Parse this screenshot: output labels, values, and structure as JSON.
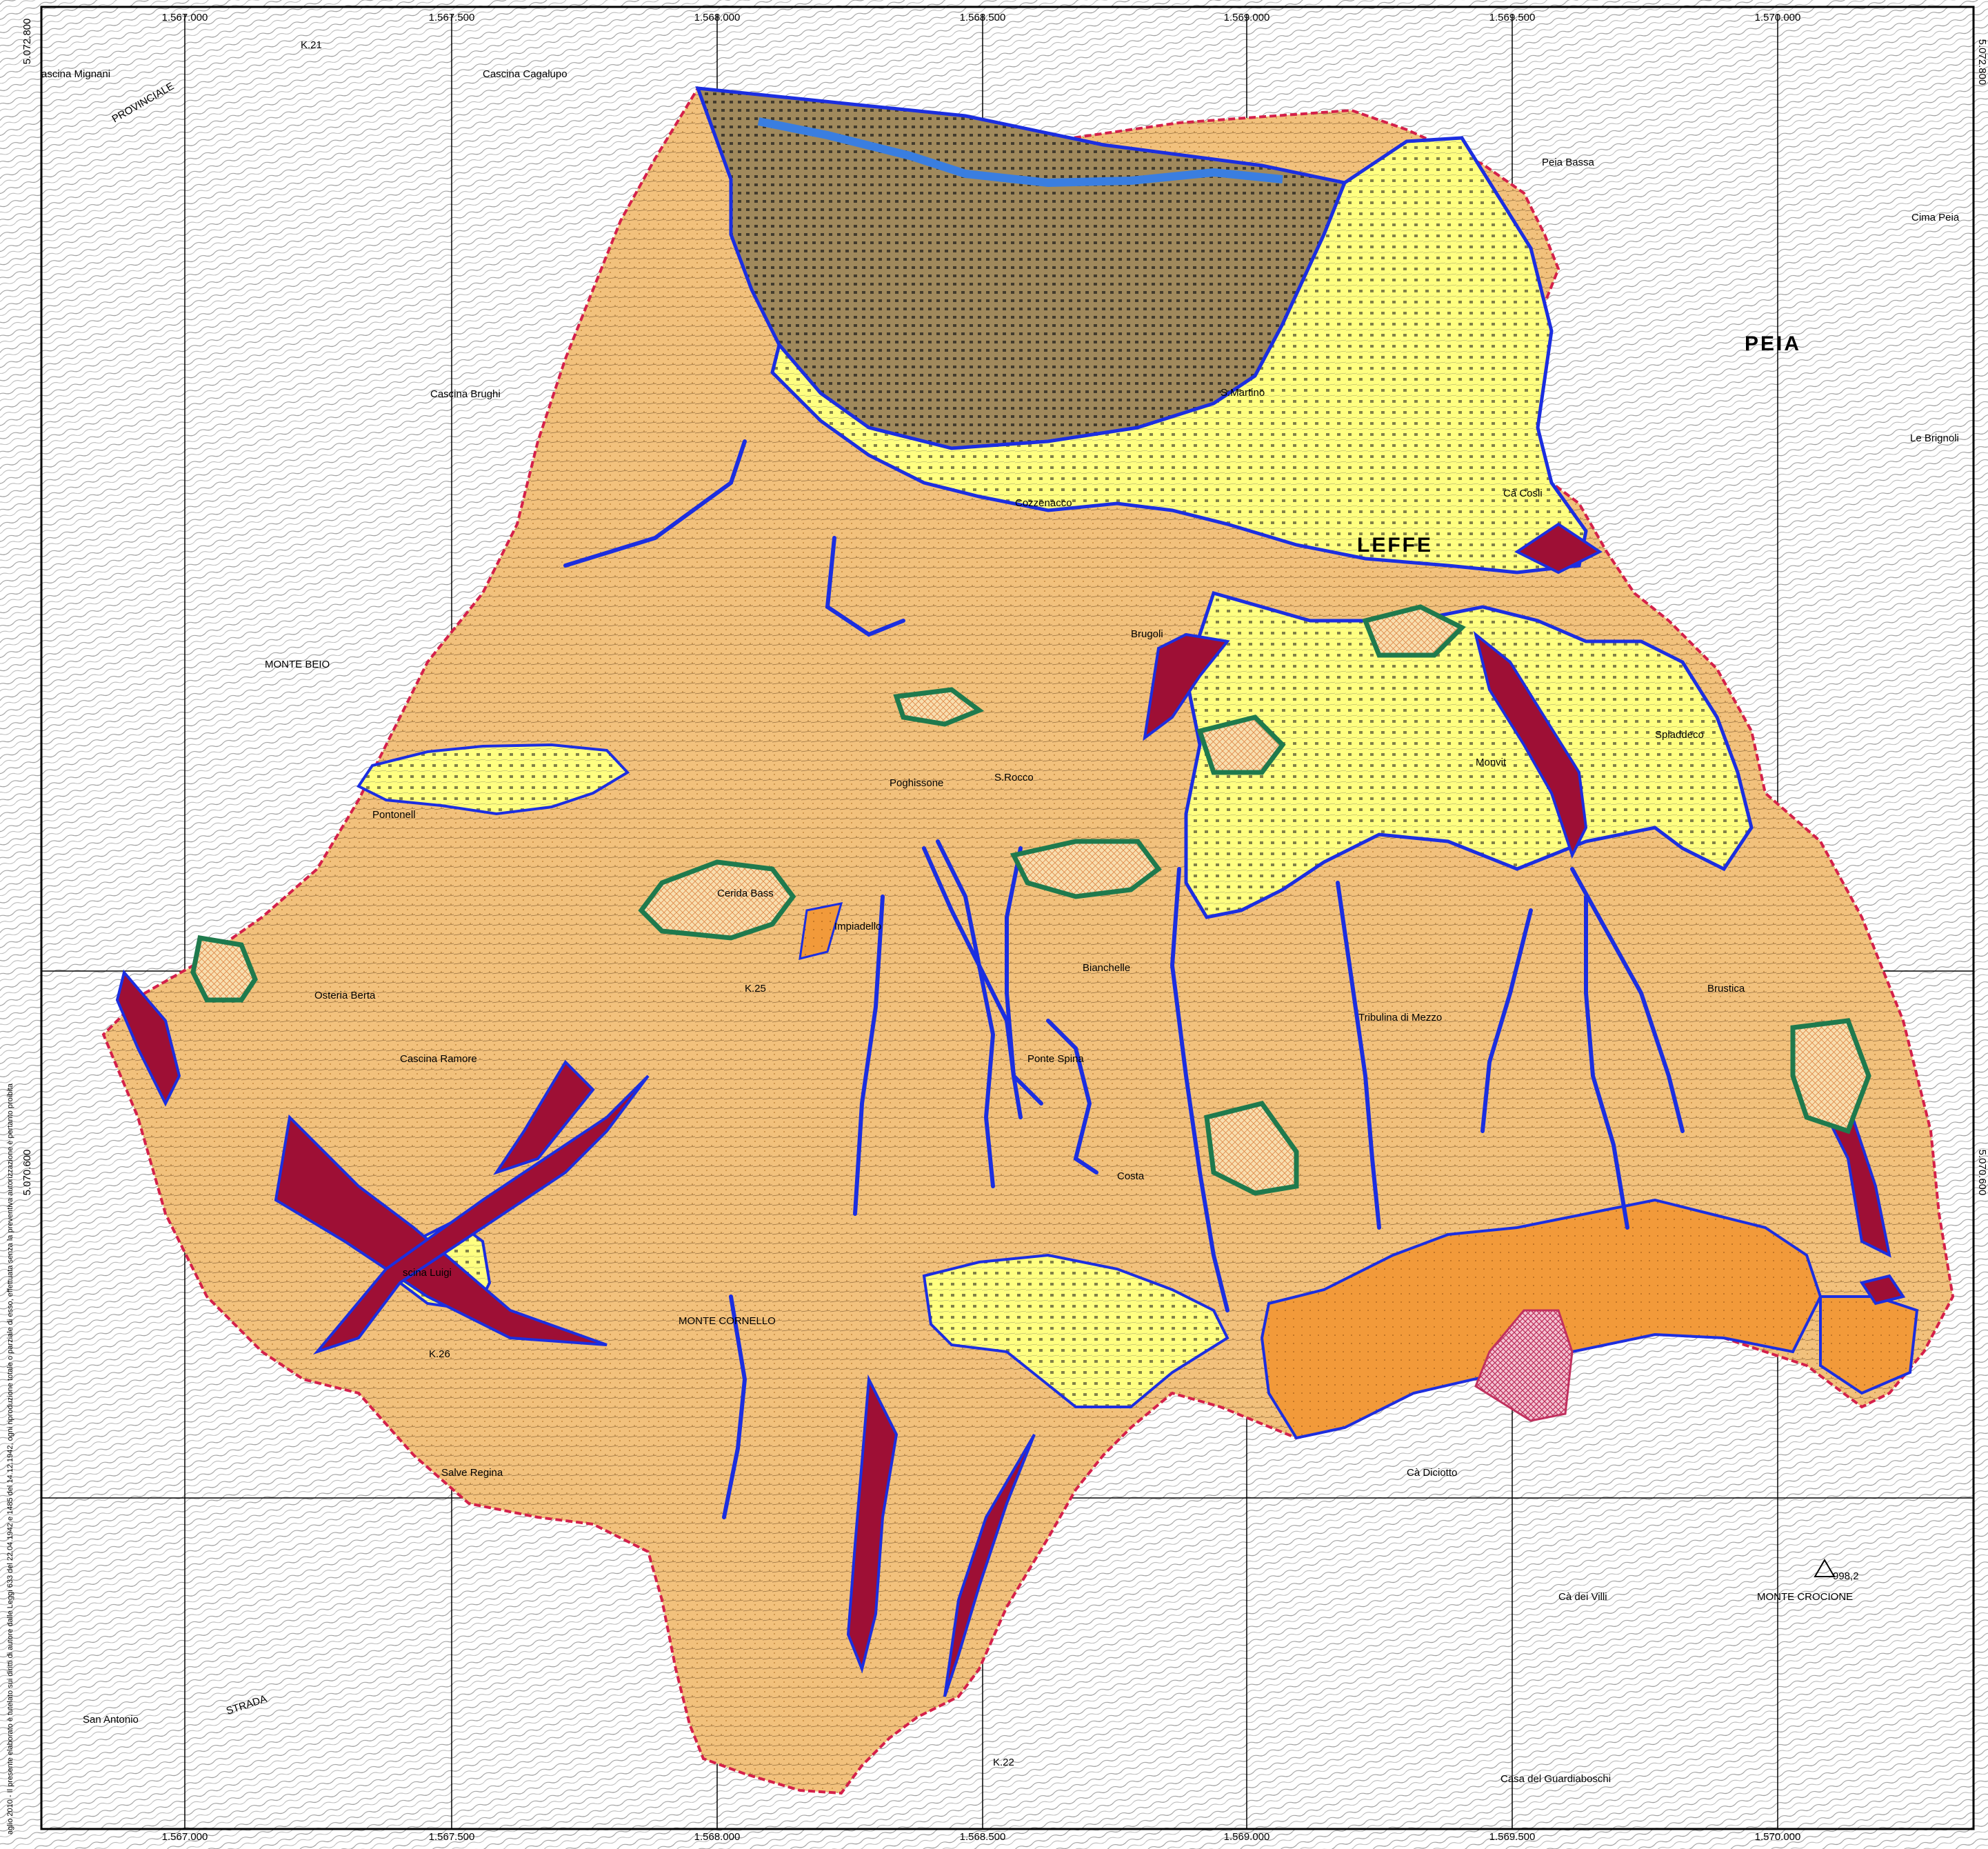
{
  "colors": {
    "paper": "#ffffff",
    "frame": "#000000",
    "municipal_border": "#d4204a",
    "zone_slope": "#f2c17c",
    "zone_urban": "#ffff80",
    "zone_valley_floor": "#a0895c",
    "zone_debris_flow": "#9e0f35",
    "zone_debris_outline": "#1b2ee0",
    "zone_landslide_outline": "#1f7a4d",
    "zone_orange": "#f29a3a",
    "zone_pink_hatch": "#d96a8c",
    "river": "#3a7ee0"
  },
  "map": {
    "x_ticks": [
      "1.567.000",
      "1.567.500",
      "1.568.000",
      "1.568.500",
      "1.569.000",
      "1.569.500",
      "1.570.000"
    ],
    "y_ticks": [
      "5.072.800",
      "5.070.600"
    ],
    "side_note": "aglio 2010 - Il presente elaborato è tutelato sui diritti di autore dalle Leggi 633 del 22.04.1942 e 1485 del 14.12.1942, ogni riproduzione totale o parziale di esso, effettuata senza la preventiva autorizzazione è pertanto proibita",
    "places": {
      "leffe": "LEFFE",
      "peia": "PEIA",
      "monte_cornello": "MONTE CORNELLO",
      "monte_croce": "MONTE CROCIONE",
      "monte_beio": "MONTE BEIO",
      "cascina_mignani": "ascina Mignani",
      "cascina_cagalupo": "Cascina Cagalupo",
      "cascina_brughi": "Cascina Brughi",
      "osteria_berta": "Osteria Berta",
      "cascina_ramore": "Cascina Ramore",
      "cascina_luigi": "scina Luigi",
      "salve_regina": "Salve Regina",
      "cerida_bassa": "Cerida Bass",
      "impiadello": "Impiadello",
      "bianchelle": "Bianchelle",
      "ponte_spina": "Ponte Spina",
      "poghissone": "Poghissone",
      "s_rocco": "S.Rocco",
      "costa": "Costa",
      "trebulina": "Tribulina di Mezzo",
      "monvit": "Monvit",
      "spiaddeco": "Spiaddeco",
      "brustica": "Brustica",
      "peia_bassa": "Peia Bassa",
      "cima_peia": "Cima Peia",
      "le_brignoli": "Le Brignoli",
      "ca_cosli": "Cà Cosli",
      "s_martino": "S.Martino",
      "cozzanacco": "Cozzenacco",
      "brugoli": "Brugoli",
      "pontonelli": "Pontonell",
      "ca_diciotto": "Cà Diciotto",
      "ca_dei_villi": "Cà dei Villi",
      "guardiaboschi": "Casa del Guardiaboschi",
      "san_antonio": "San Antonio",
      "k21": "K.21",
      "k25": "K.25",
      "k26": "K.26",
      "k22": "K.22",
      "spot_998": "998,2",
      "provinciale": "PROVINCIALE",
      "strada": "STRADA"
    }
  }
}
